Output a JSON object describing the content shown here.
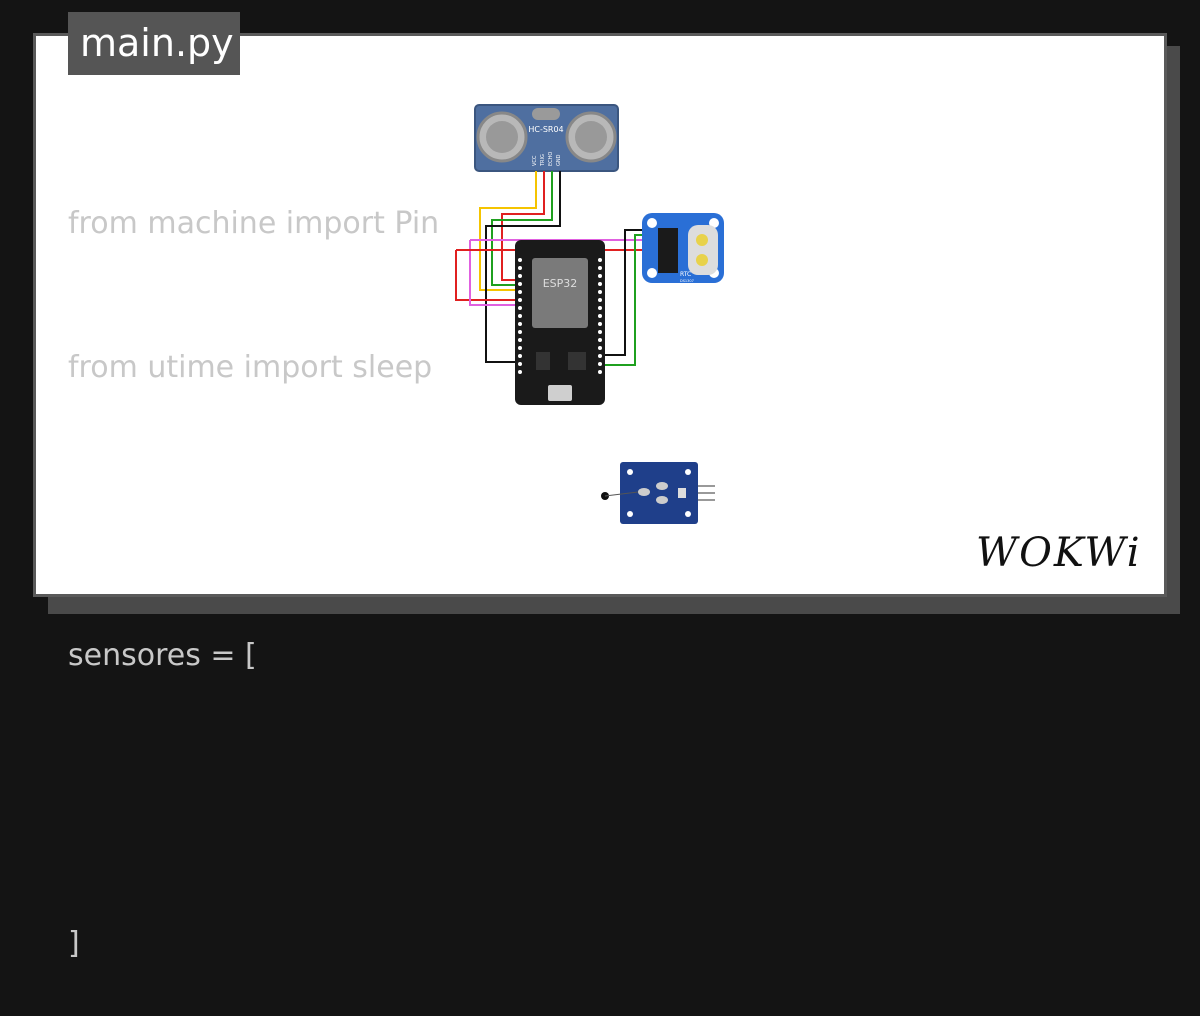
{
  "tab": {
    "filename": "main.py"
  },
  "code": {
    "lines": [
      "from machine import Pin",
      "from utime import sleep",
      "",
      "sensores = [",
      "",
      "]"
    ]
  },
  "components": {
    "ultrasonic_label": "HC-SR04",
    "ultrasonic_pins": [
      "VCC",
      "TRIG",
      "ECHO",
      "GND"
    ],
    "mcu_label": "ESP32",
    "rtc_label": "RTC",
    "rtc_chip": "DS1307"
  },
  "brand": {
    "logo_text": "WOKWi"
  },
  "colors": {
    "background": "#141414",
    "card": "#ffffff",
    "tab": "#555555",
    "code_text": "#c8c8c8",
    "sensor_blue": "#4f6fa0",
    "rtc_blue": "#2a6fd6",
    "board_black": "#1a1a1a"
  }
}
